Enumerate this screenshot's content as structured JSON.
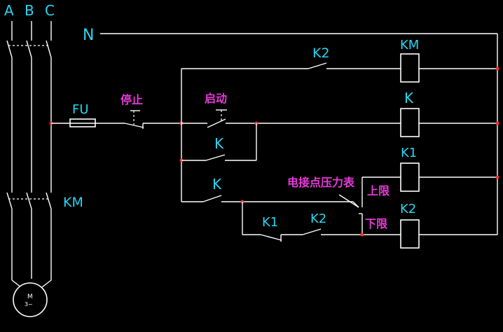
{
  "phases": [
    "A",
    "B",
    "C"
  ],
  "neutral": "N",
  "fuse": "FU",
  "stop_button": "停止",
  "start_button": "启动",
  "motor_contactor_main": "KM",
  "coils": {
    "km": "KM",
    "k": "K",
    "k1": "K1",
    "k2": "K2"
  },
  "contacts": {
    "k2_top": "K2",
    "k_hold": "K",
    "k_lower": "K",
    "k1_series": "K1",
    "k2_series": "K2"
  },
  "pressure_gauge": "电接点压力表",
  "upper_limit": "上限",
  "lower_limit": "下限",
  "motor_symbol": "M",
  "motor_phase": "3~"
}
